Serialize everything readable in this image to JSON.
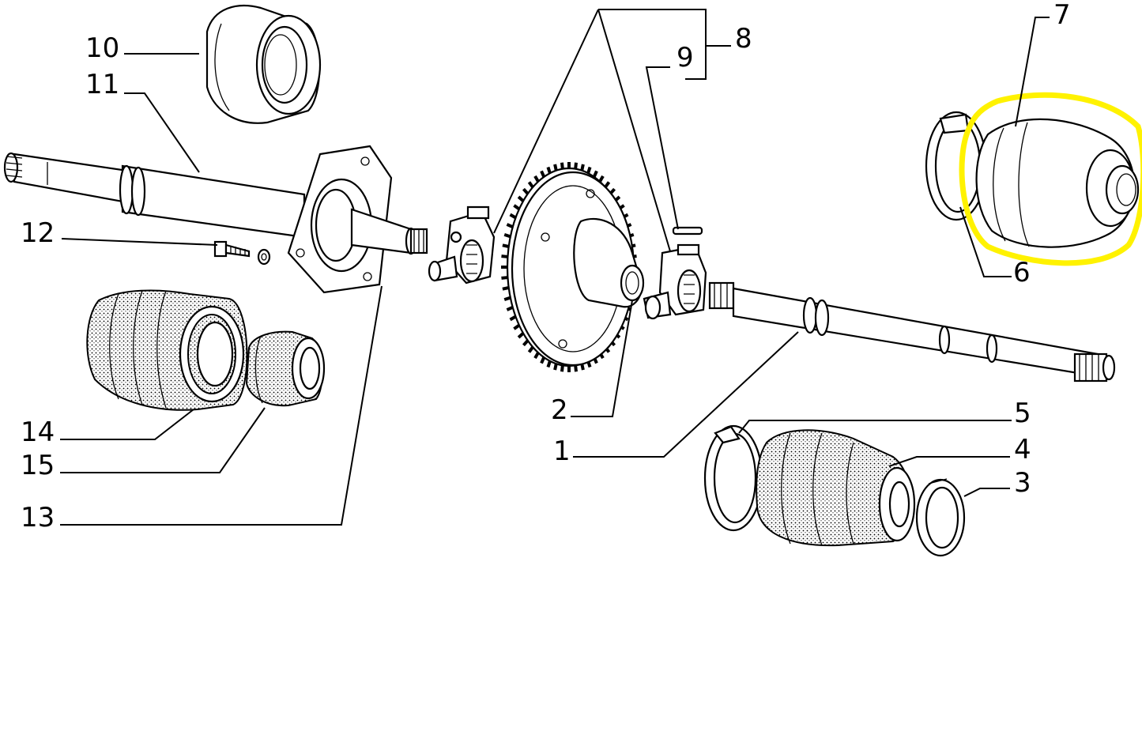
{
  "diagram": {
    "callouts": [
      "1",
      "2",
      "3",
      "4",
      "5",
      "6",
      "7",
      "8",
      "9",
      "10",
      "11",
      "12",
      "13",
      "14",
      "15"
    ],
    "highlight_color": "#fff200"
  }
}
